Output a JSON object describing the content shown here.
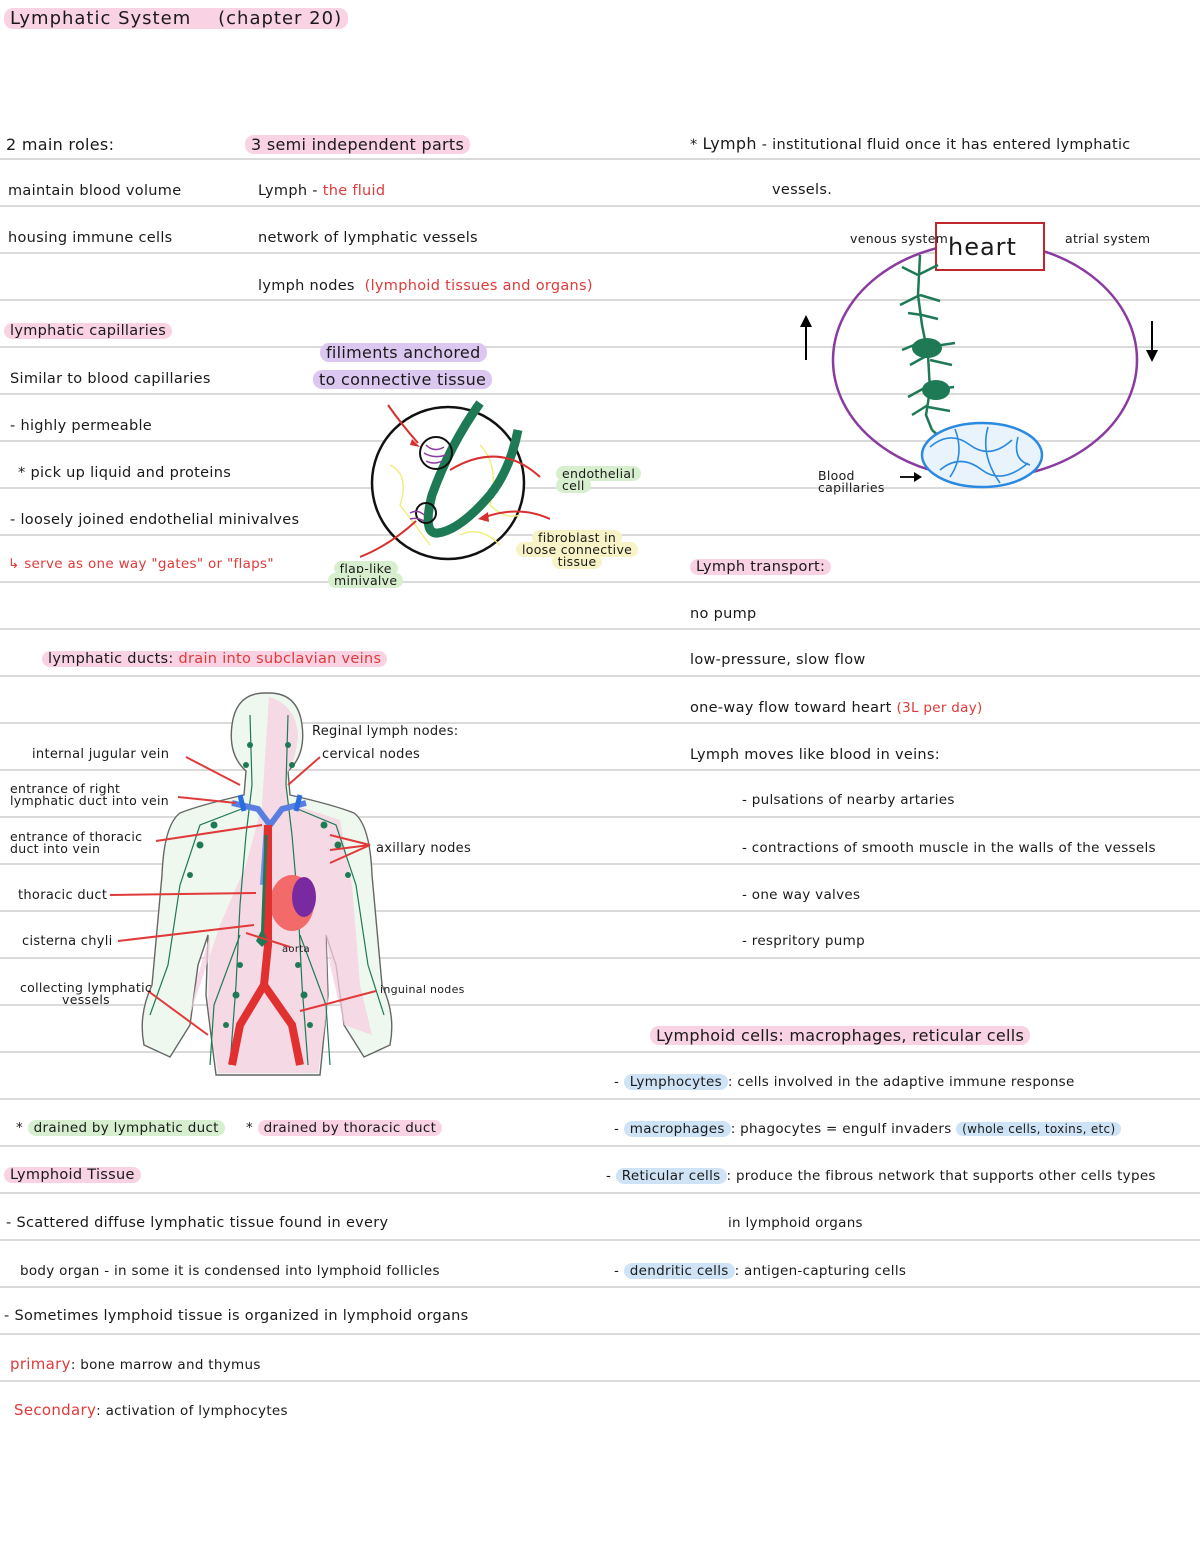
{
  "header": {
    "title": "Lymphatic System",
    "chapter": "(chapter 20)"
  },
  "roles": {
    "heading": "2 main roles:",
    "items": [
      "maintain blood volume",
      "housing immune cells"
    ]
  },
  "parts": {
    "heading": "3 semi independent parts",
    "lymph_label": "Lymph -",
    "lymph_desc": "the fluid",
    "network": "network of lymphatic vessels",
    "nodes_label": "lymph nodes",
    "nodes_desc": "(lymphoid tissues and organs)"
  },
  "lymph_def": {
    "term": "Lymph",
    "definition": "- institutional fluid once it has entered lymphatic",
    "definition_cont": "vessels."
  },
  "circulation_diagram": {
    "venous": "venous system",
    "heart": "heart",
    "atrial": "atrial system",
    "capillaries": "Blood capillaries"
  },
  "capillaries": {
    "heading": "lymphatic capillaries",
    "items": [
      "Similar to blood capillaries",
      "highly permeable",
      "pick up liquid and proteins",
      "loosely joined endothelial minivalves"
    ],
    "arrow_note": "serve as one way \"gates\" or \"flaps\""
  },
  "capillary_diagram": {
    "filaments_line1": "filiments anchored",
    "filaments_line2": "to connective tissue",
    "endothelial_line1": "endothelial",
    "endothelial_line2": "cell",
    "fibroblast_line1": "fibroblast in",
    "fibroblast_line2": "loose connective",
    "fibroblast_line3": "tissue",
    "flap_line1": "flap-like",
    "flap_line2": "minivalve"
  },
  "transport": {
    "heading": "Lymph transport:",
    "items": [
      "no pump",
      "low-pressure, slow flow"
    ],
    "one_way": "one-way flow toward heart",
    "one_way_note": "(3L per day)",
    "moves": "Lymph moves like blood in veins:",
    "mechanisms": [
      "pulsations of nearby artaries",
      "contractions of smooth muscle in the walls of the vessels",
      "one way valves",
      "respritory pump"
    ]
  },
  "ducts": {
    "heading": "lymphatic ducts:",
    "heading_desc": "drain into subclavian veins",
    "left_labels": [
      "internal jugular vein",
      "entrance of right lymphatic duct into vein",
      "entrance of thoracic duct into vein",
      "thoracic duct",
      "cisterna chyli",
      "collecting lymphatic vessels"
    ],
    "regional_heading": "Reginal lymph nodes:",
    "right_labels": [
      "cervical nodes",
      "axillary nodes",
      "inguinal nodes"
    ],
    "aorta": "aorta",
    "legend_green": "drained by lymphatic duct",
    "legend_pink": "drained by thoracic duct"
  },
  "lymphoid_cells": {
    "heading": "Lymphoid cells: macrophages, reticular cells",
    "items": [
      {
        "term": "Lymphocytes",
        "desc": ": cells involved in the adaptive immune response",
        "note": ""
      },
      {
        "term": "macrophages",
        "desc": ": phagocytes = engulf invaders",
        "note": "(whole cells, toxins, etc)"
      },
      {
        "term": "Reticular cells",
        "desc": ": produce the fibrous network that supports other cells types",
        "note": ""
      },
      {
        "term": "dendritic cells",
        "desc": ": antigen-capturing cells",
        "note": ""
      }
    ],
    "reticular_cont": "in lymphoid organs"
  },
  "tissue": {
    "heading": "Lymphoid Tissue",
    "scattered": "Scattered diffuse lymphatic tissue found in every",
    "scattered_cont": "body organ - in some it is condensed into lymphoid follicles",
    "sometimes": "Sometimes lymphoid tissue is organized in lymphoid organs",
    "primary_label": "primary",
    "primary_desc": ": bone marrow and thymus",
    "secondary_label": "Secondary",
    "secondary_desc": ": activation of lymphocytes"
  },
  "colors": {
    "pink": "#f9d2e3",
    "purple": "#dcc7f1",
    "green": "#d7efcf",
    "blue": "#cfe3f6",
    "red": "#e03a3a",
    "vessel_green": "#1e7a55"
  }
}
